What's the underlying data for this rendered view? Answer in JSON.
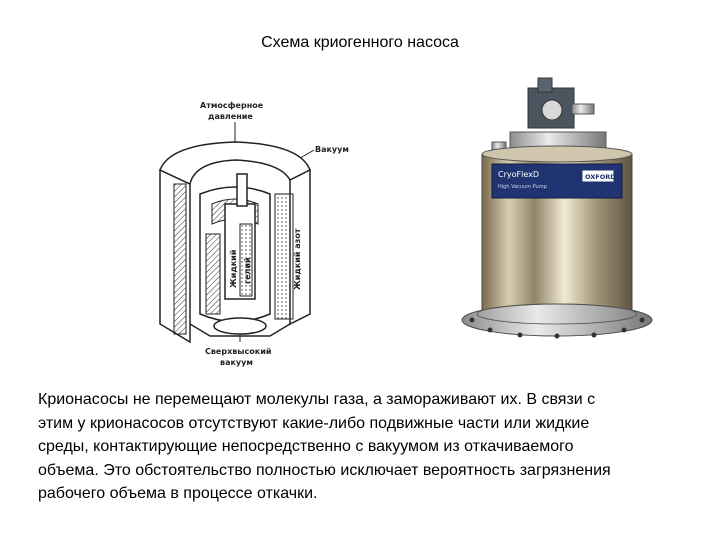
{
  "title": "Схема криогенного насоса",
  "diagram": {
    "label_atm_line1": "Атмосферное",
    "label_atm_line2": "давление",
    "label_vacuum": "Вакуум",
    "label_liquid_helium_line1": "Жидкий",
    "label_liquid_helium_line2": "гелий",
    "label_liquid_nitrogen": "Жидкий азот",
    "label_uhv_line1": "Сверхвысокий",
    "label_uhv_line2": "вакуум"
  },
  "photo": {
    "plate_text": "CryoFlexD",
    "plate_subtext": "High Vacuum Pump",
    "logo_text": "OXFORD"
  },
  "paragraph": {
    "line1": "Крионасосы не перемещают молекулы газа, а замораживают их. В связи с",
    "line2": "этим у крионасосов отсутствуют какие-либо подвижные части или жидкие",
    "line3": "среды, контактирующие непосредственно с вакуумом из откачиваемого",
    "line4": "объема. Это обстоятельство полностью исключает вероятность загрязнения",
    "line5": "рабочего объема в процессе откачки."
  }
}
